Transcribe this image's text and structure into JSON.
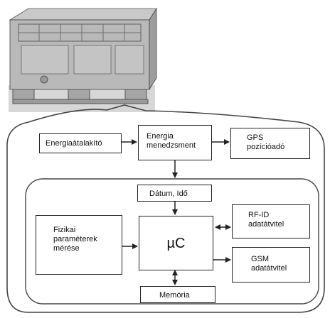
{
  "image": {
    "subject": "container-photo",
    "colors": {
      "container": "#b9b9b9",
      "shadow": "#8f8f8f",
      "outline": "#333333"
    }
  },
  "blocks": {
    "energy_converter": "Energiaátalakító",
    "energy_management": [
      "Energia",
      "menedzsment"
    ],
    "gps": [
      "GPS",
      "pozícióadó"
    ],
    "date_time": "Dátum, Idő",
    "physical_params": [
      "Fizikai",
      "paraméterek",
      "mérése"
    ],
    "microcontroller": "µC",
    "rfid": [
      "RF-ID",
      "adatátvitel"
    ],
    "gsm": [
      "GSM",
      "adatátvitel"
    ],
    "memory": "Memória"
  },
  "colors": {
    "stroke": "#222222",
    "background": "#ffffff"
  }
}
